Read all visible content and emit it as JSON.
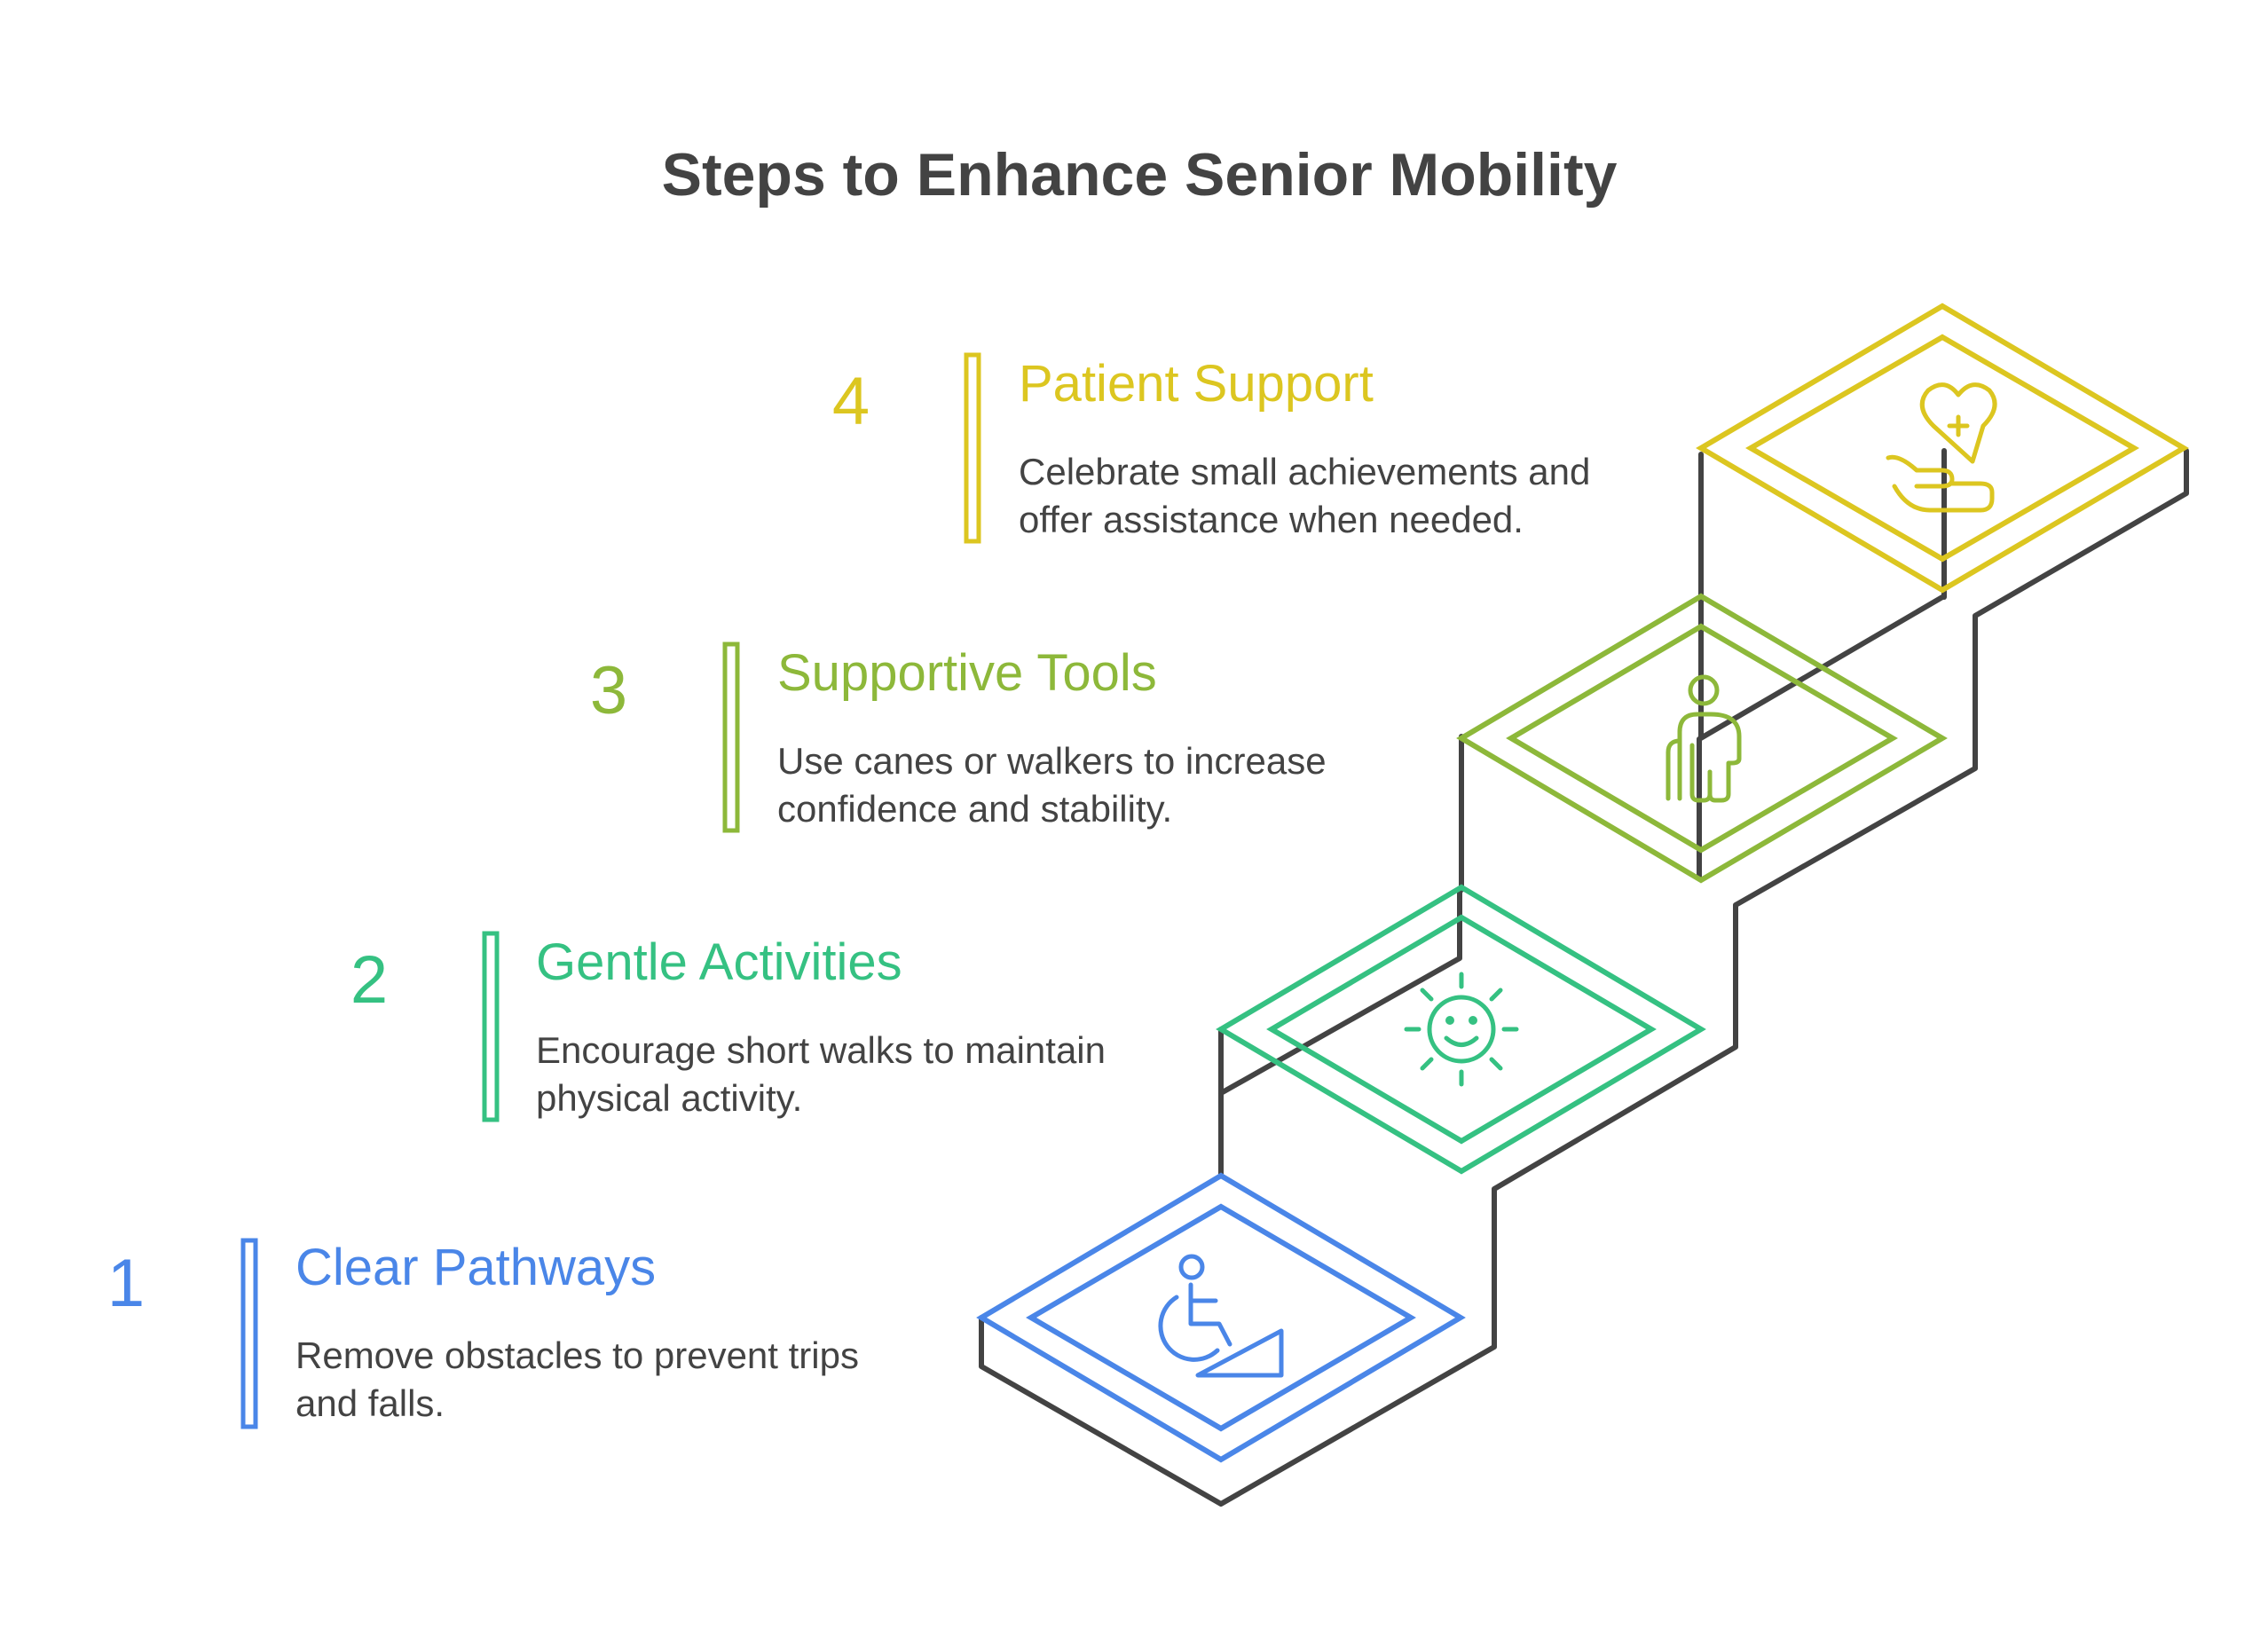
{
  "title": "Steps to Enhance Senior Mobility",
  "colors": {
    "title": "#434343",
    "body": "#434343",
    "stairs_outline": "#434343",
    "step1": "#4a86e8",
    "step2": "#35c182",
    "step3": "#8db83a",
    "step4": "#dcc620"
  },
  "steps": [
    {
      "number": "1",
      "title": "Clear Pathways",
      "line1": "Remove obstacles to prevent trips",
      "line2": "and falls.",
      "icon": "wheelchair-ramp-icon"
    },
    {
      "number": "2",
      "title": "Gentle Activities",
      "line1": "Encourage short walks to maintain",
      "line2": "physical activity.",
      "icon": "smiling-sun-icon"
    },
    {
      "number": "3",
      "title": "Supportive Tools",
      "line1": "Use canes or walkers to increase",
      "line2": "confidence and stability.",
      "icon": "person-with-cane-icon"
    },
    {
      "number": "4",
      "title": "Patient Support",
      "line1": "Celebrate small achievements and",
      "line2": "offer assistance when needed.",
      "icon": "heart-in-hand-icon"
    }
  ]
}
